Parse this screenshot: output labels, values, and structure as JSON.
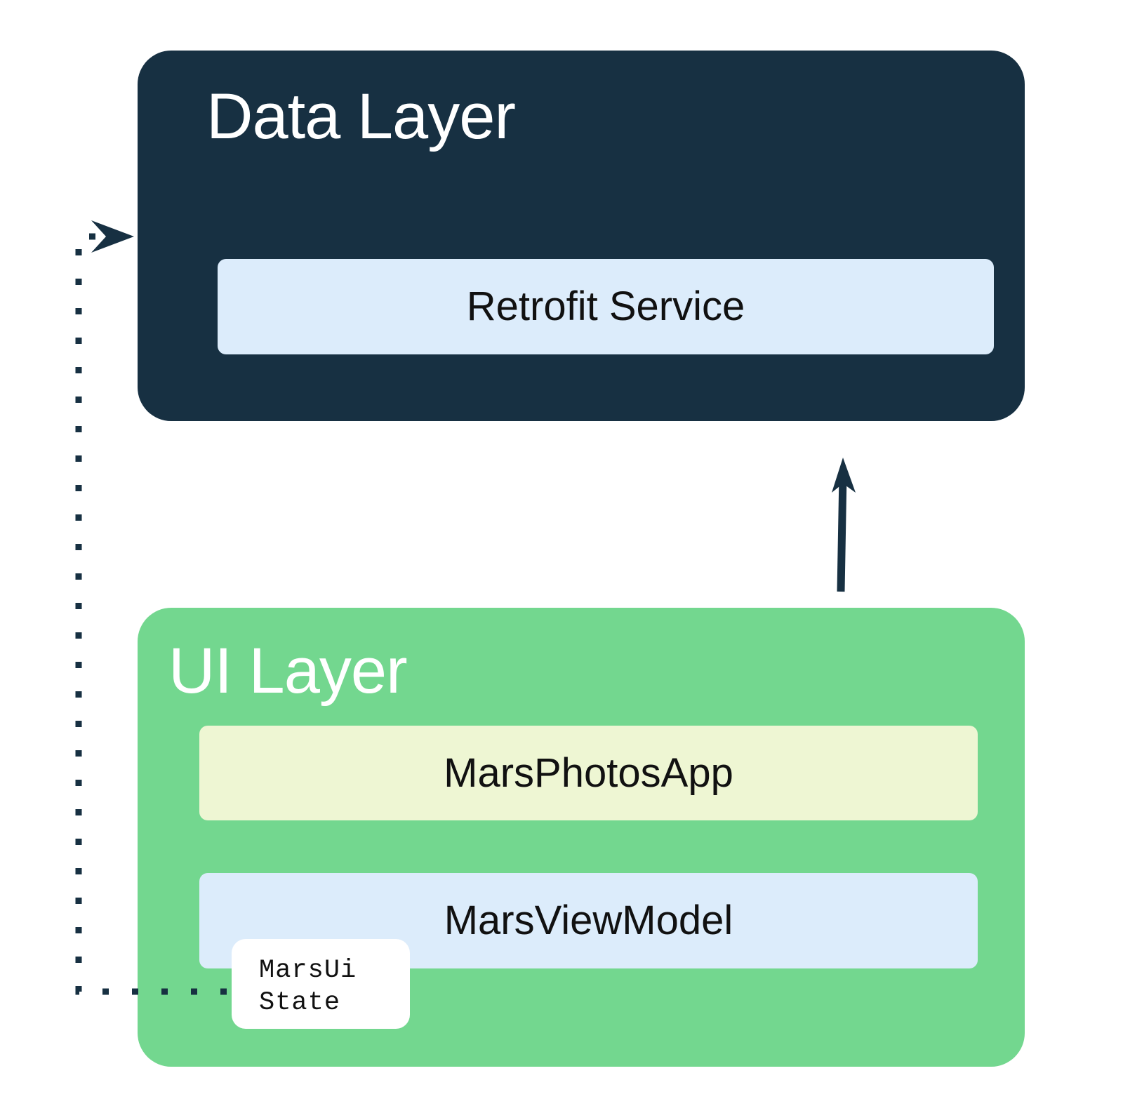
{
  "diagram": {
    "data_layer": {
      "title": "Data Layer",
      "components": {
        "retrofit_service": "Retrofit Service"
      }
    },
    "ui_layer": {
      "title": "UI Layer",
      "components": {
        "mars_photos_app": "MarsPhotosApp",
        "mars_view_model": "MarsViewModel"
      },
      "state": "MarsUi\nState"
    }
  },
  "colors": {
    "data_layer_background": "#173042",
    "ui_layer_background": "#73d78f",
    "retrofit_service_background": "#dcecfb",
    "mars_photos_app_background": "#eef6d3",
    "mars_view_model_background": "#dcecfb",
    "arrow_color": "#173042"
  }
}
